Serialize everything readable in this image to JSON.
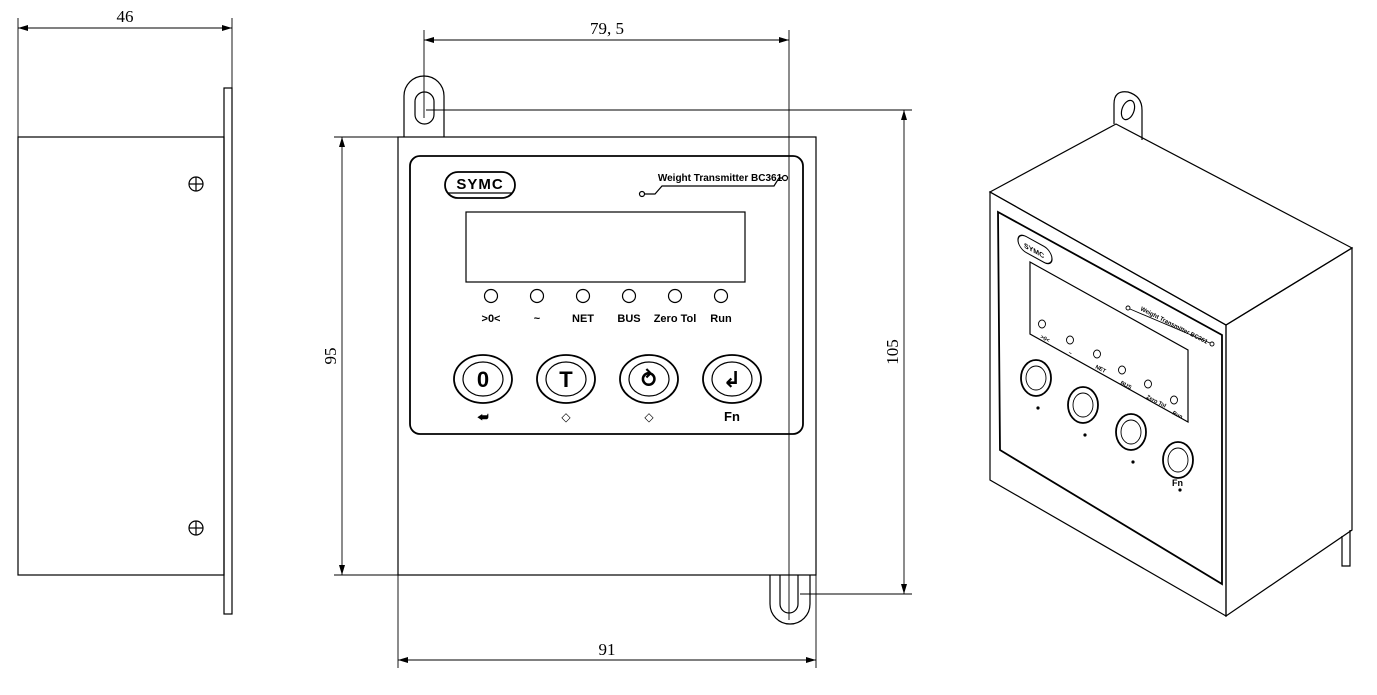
{
  "dimensions": {
    "side_depth": "46",
    "hole_spacing": "79, 5",
    "front_height": "95",
    "overall_height": "105",
    "front_width": "91"
  },
  "panel": {
    "brand": "SYMC",
    "model": "Weight Transmitter BC361",
    "indicators": [
      ">0<",
      "~",
      "NET",
      "BUS",
      "Zero Tol",
      "Run"
    ],
    "keys": [
      {
        "glyph": "0",
        "caption": "⮨"
      },
      {
        "glyph": "T",
        "caption": "◇"
      },
      {
        "glyph": "⥁",
        "caption": "◇"
      },
      {
        "glyph": "↲",
        "caption": "Fn"
      }
    ],
    "fn_label": "Fn"
  },
  "iso": {
    "brand": "SYMC",
    "model": "Weight Transmitter BC361",
    "indicators": [
      ">0<",
      "~",
      "NET",
      "BUS",
      "Zero Tol",
      "Run"
    ],
    "fn_label": "Fn"
  }
}
